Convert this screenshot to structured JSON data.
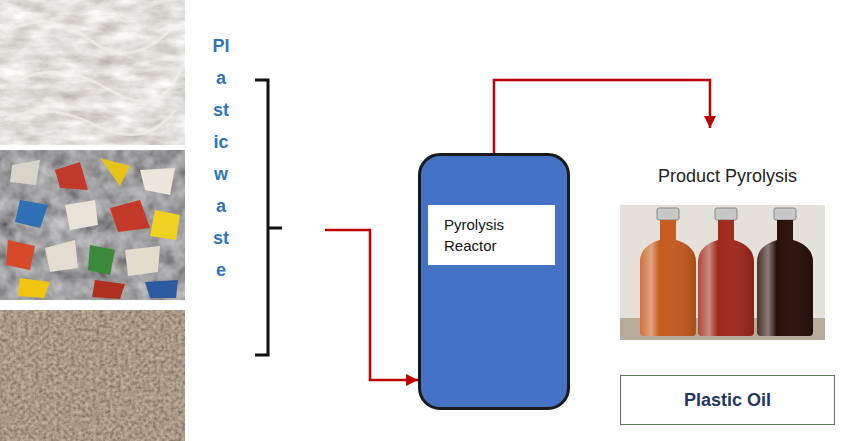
{
  "diagram": {
    "nodes": [
      {
        "text": [
          "Plastic waste"
        ]
      },
      {
        "text": [
          "Pyrolysis Reactor"
        ]
      },
      {
        "text": [
          "Product Pyrolysis"
        ]
      },
      {
        "text": [
          "Plastic Oil"
        ],
        "in": 2
      }
    ],
    "edges": [
      {
        "from": 0,
        "to": 1,
        "arrow": "to"
      },
      {
        "from": 1,
        "to": 2,
        "arrow": "to"
      }
    ]
  }
}
